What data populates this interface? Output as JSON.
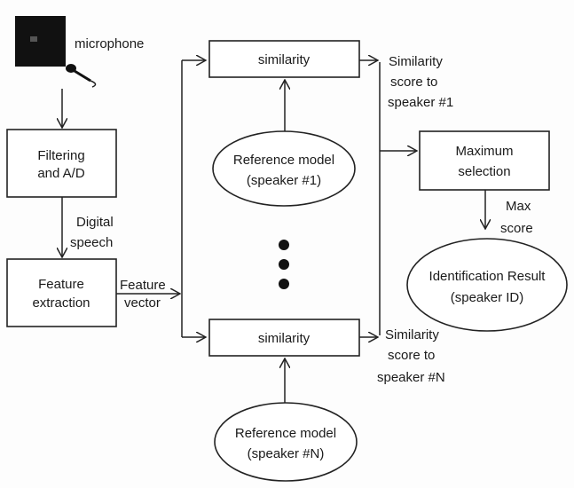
{
  "labels": {
    "microphone": "microphone",
    "filtering_line1": "Filtering",
    "filtering_line2": "and A/D",
    "digital_line1": "Digital",
    "digital_line2": "speech",
    "feature_line1": "Feature",
    "feature_line2": "extraction",
    "fv_line1": "Feature",
    "fv_line2": "vector",
    "similarity_top": "similarity",
    "similarity_bottom": "similarity",
    "ref1_line1": "Reference model",
    "ref1_line2": "(speaker #1)",
    "refN_line1": "Reference model",
    "refN_line2": "(speaker #N)",
    "score1_line1": "Similarity",
    "score1_line2": "score to",
    "score1_line3": "speaker #1",
    "scoreN_line1": "Similarity",
    "scoreN_line2": "score to",
    "scoreN_line3": "speaker #N",
    "max_line1": "Maximum",
    "max_line2": "selection",
    "maxscore_line1": "Max",
    "maxscore_line2": "score",
    "result_line1": "Identification Result",
    "result_line2": "(speaker ID)"
  },
  "icons": {
    "microphone": "microphone-icon",
    "device": "audio-device-icon"
  },
  "colors": {
    "stroke": "#222222",
    "text": "#1a1a1a",
    "background": "#fdfdfd"
  }
}
